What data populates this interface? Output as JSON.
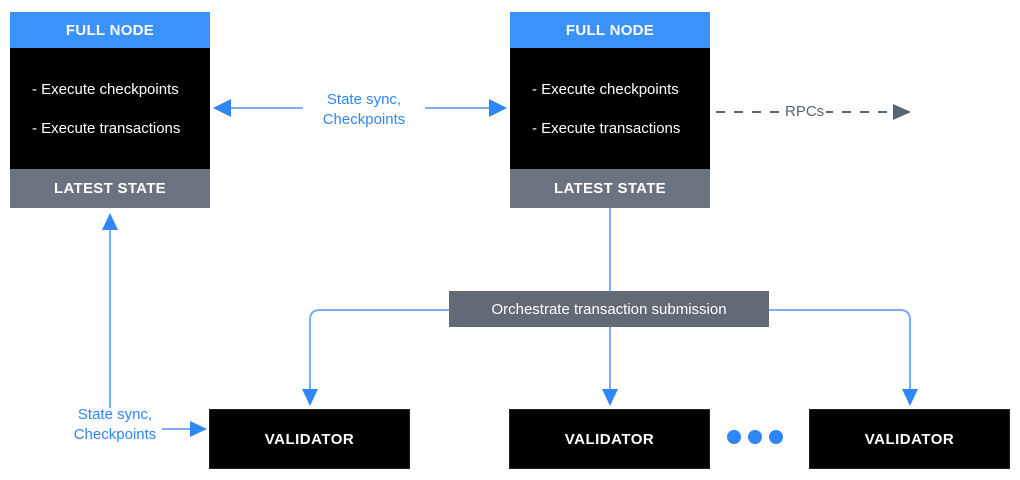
{
  "colors": {
    "header_blue": "#3b92f8",
    "accent_blue": "#2f86f6",
    "line_blue": "#7aaef7",
    "footer_gray": "#6b7280",
    "orchestrate_gray": "#626a76",
    "rpc_gray": "#5b6472",
    "box_black": "#000000"
  },
  "full_nodes": [
    {
      "title": "FULL NODE",
      "items": [
        "- Execute checkpoints",
        "- Execute transactions"
      ],
      "footer": "LATEST STATE"
    },
    {
      "title": "FULL NODE",
      "items": [
        "- Execute checkpoints",
        "- Execute transactions"
      ],
      "footer": "LATEST STATE"
    }
  ],
  "labels": {
    "state_sync_top": {
      "line1": "State sync,",
      "line2": "Checkpoints"
    },
    "rpcs": "RPCs",
    "orchestrate": "Orchestrate transaction submission",
    "state_sync_bottom": {
      "line1": "State sync,",
      "line2": "Checkpoints"
    }
  },
  "validators": [
    {
      "label": "VALIDATOR"
    },
    {
      "label": "VALIDATOR"
    },
    {
      "label": "VALIDATOR"
    }
  ],
  "ellipsis_dot_count": 3
}
